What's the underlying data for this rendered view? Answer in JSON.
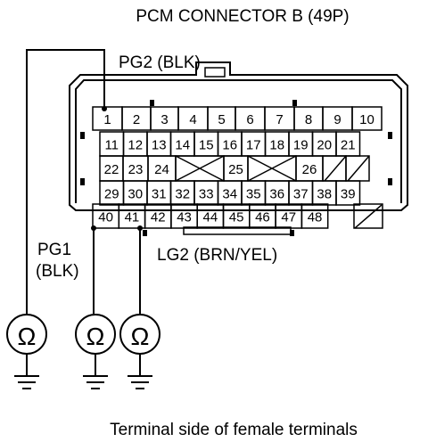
{
  "title": "PCM CONNECTOR B (49P)",
  "caption": "Terminal side of female terminals",
  "labels": {
    "pg2": "PG2 (BLK)",
    "pg1_line1": "PG1",
    "pg1_line2": "(BLK)",
    "lg2": "LG2 (BRN/YEL)"
  },
  "meter_symbol": "Ω",
  "rows": [
    [
      "1",
      "2",
      "3",
      "4",
      "5",
      "6",
      "7",
      "8",
      "9",
      "10"
    ],
    [
      "11",
      "12",
      "13",
      "14",
      "15",
      "16",
      "17",
      "18",
      "19",
      "20",
      "21"
    ],
    [
      "22",
      "23",
      "24",
      "25",
      "26"
    ],
    [
      "29",
      "30",
      "31",
      "32",
      "33",
      "34",
      "35",
      "36",
      "37",
      "38",
      "39"
    ],
    [
      "40",
      "41",
      "42",
      "43",
      "44",
      "45",
      "46",
      "47",
      "48"
    ]
  ],
  "probe_terminals": [
    "1",
    "40",
    "41"
  ]
}
